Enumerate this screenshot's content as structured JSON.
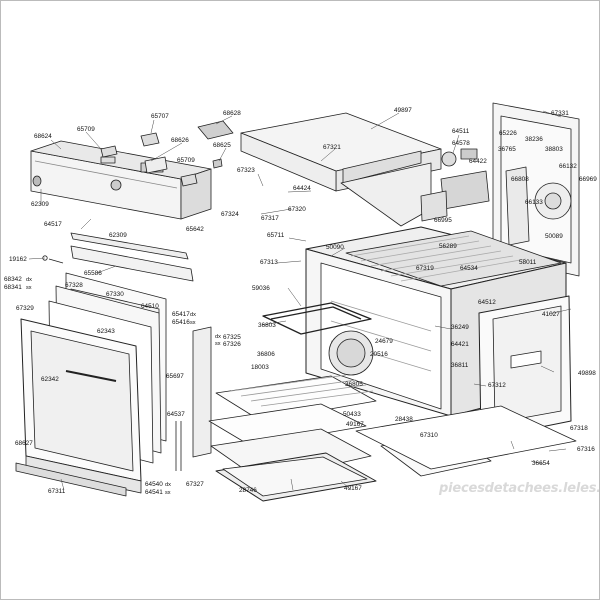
{
  "watermark": "piecesdetachees.leles.com",
  "labels": [
    {
      "id": "68628",
      "text": "68628"
    },
    {
      "id": "65707",
      "text": "65707"
    },
    {
      "id": "49897",
      "text": "49897"
    },
    {
      "id": "67331",
      "text": "67331"
    },
    {
      "id": "68624",
      "text": "68624"
    },
    {
      "id": "65709a",
      "text": "65709"
    },
    {
      "id": "68626",
      "text": "68626"
    },
    {
      "id": "68625",
      "text": "68625"
    },
    {
      "id": "64511",
      "text": "64511"
    },
    {
      "id": "65226",
      "text": "65226"
    },
    {
      "id": "38236",
      "text": "38236"
    },
    {
      "id": "64578",
      "text": "64578"
    },
    {
      "id": "36765",
      "text": "36765"
    },
    {
      "id": "38803",
      "text": "38803"
    },
    {
      "id": "67321",
      "text": "67321"
    },
    {
      "id": "65709b",
      "text": "65709"
    },
    {
      "id": "67323",
      "text": "67323"
    },
    {
      "id": "64422",
      "text": "64422"
    },
    {
      "id": "66132",
      "text": "66132"
    },
    {
      "id": "66808",
      "text": "66808"
    },
    {
      "id": "66969",
      "text": "66969"
    },
    {
      "id": "64424",
      "text": "64424"
    },
    {
      "id": "62309a",
      "text": "62309"
    },
    {
      "id": "67324",
      "text": "67324"
    },
    {
      "id": "67320",
      "text": "67320"
    },
    {
      "id": "66995",
      "text": "66995"
    },
    {
      "id": "66133",
      "text": "66133"
    },
    {
      "id": "64517",
      "text": "64517"
    },
    {
      "id": "67317",
      "text": "67317"
    },
    {
      "id": "62309b",
      "text": "62309"
    },
    {
      "id": "65642",
      "text": "65642"
    },
    {
      "id": "65711",
      "text": "65711"
    },
    {
      "id": "50090",
      "text": "50090"
    },
    {
      "id": "50089",
      "text": "50089"
    },
    {
      "id": "56289",
      "text": "56289"
    },
    {
      "id": "19162",
      "text": "19162"
    },
    {
      "id": "67313",
      "text": "67313"
    },
    {
      "id": "58011",
      "text": "58011"
    },
    {
      "id": "68342",
      "text": "68342"
    },
    {
      "id": "68342s",
      "text": "dx"
    },
    {
      "id": "68341",
      "text": "68341"
    },
    {
      "id": "68341s",
      "text": "sx"
    },
    {
      "id": "65586",
      "text": "65586"
    },
    {
      "id": "67319",
      "text": "67319"
    },
    {
      "id": "64534",
      "text": "64534"
    },
    {
      "id": "67328",
      "text": "67328"
    },
    {
      "id": "59036",
      "text": "59036"
    },
    {
      "id": "67330",
      "text": "67330"
    },
    {
      "id": "64512",
      "text": "64512"
    },
    {
      "id": "64510",
      "text": "64510"
    },
    {
      "id": "67329",
      "text": "67329"
    },
    {
      "id": "65417",
      "text": "65417"
    },
    {
      "id": "65417s",
      "text": "dx"
    },
    {
      "id": "65416",
      "text": "65416"
    },
    {
      "id": "65416s",
      "text": "sx"
    },
    {
      "id": "41027",
      "text": "41027"
    },
    {
      "id": "36803",
      "text": "36803"
    },
    {
      "id": "36249",
      "text": "36249"
    },
    {
      "id": "62343",
      "text": "62343"
    },
    {
      "id": "67325",
      "text": "67325"
    },
    {
      "id": "67325s",
      "text": "dx"
    },
    {
      "id": "67326",
      "text": "67326"
    },
    {
      "id": "67326s",
      "text": "sx"
    },
    {
      "id": "24679",
      "text": "24679"
    },
    {
      "id": "64421",
      "text": "64421"
    },
    {
      "id": "36806",
      "text": "36806"
    },
    {
      "id": "20516",
      "text": "20516"
    },
    {
      "id": "18003",
      "text": "18003"
    },
    {
      "id": "36811",
      "text": "36811"
    },
    {
      "id": "62342",
      "text": "62342"
    },
    {
      "id": "65697",
      "text": "65697"
    },
    {
      "id": "49898",
      "text": "49898"
    },
    {
      "id": "36805",
      "text": "36805"
    },
    {
      "id": "67312",
      "text": "67312"
    },
    {
      "id": "64537",
      "text": "64537"
    },
    {
      "id": "50433",
      "text": "50433"
    },
    {
      "id": "28438",
      "text": "28438"
    },
    {
      "id": "49167a",
      "text": "49167"
    },
    {
      "id": "67318",
      "text": "67318"
    },
    {
      "id": "67310",
      "text": "67310"
    },
    {
      "id": "67316",
      "text": "67316"
    },
    {
      "id": "68627",
      "text": "68627"
    },
    {
      "id": "36654",
      "text": "36654"
    },
    {
      "id": "64540",
      "text": "64540"
    },
    {
      "id": "64540s",
      "text": "dx"
    },
    {
      "id": "64541",
      "text": "64541"
    },
    {
      "id": "64541s",
      "text": "sx"
    },
    {
      "id": "67327",
      "text": "67327"
    },
    {
      "id": "49167b",
      "text": "49167"
    },
    {
      "id": "67311",
      "text": "67311"
    },
    {
      "id": "28746",
      "text": "28746"
    }
  ]
}
